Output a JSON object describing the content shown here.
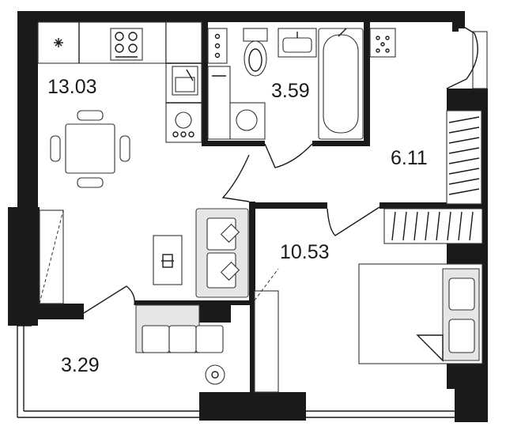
{
  "rooms": {
    "kitchen_living": {
      "area": "13.03"
    },
    "bathroom": {
      "area": "3.59"
    },
    "hallway": {
      "area": "6.11"
    },
    "bedroom": {
      "area": "10.53"
    },
    "balcony": {
      "area": "3.29"
    }
  },
  "icons": {
    "cooktop": "snowflake-icon",
    "stove": "stove-icon",
    "sink": "sink-icon",
    "washer": "washing-machine-icon",
    "toilet": "toilet-icon",
    "bathtub": "bathtub-icon",
    "shower": "shower-icon",
    "tv": "tv-icon",
    "laptop": "laptop-icon"
  },
  "colors": {
    "wall": "#1a1a1a",
    "furniture_fill": "#e6e6e6",
    "background": "#ffffff"
  }
}
